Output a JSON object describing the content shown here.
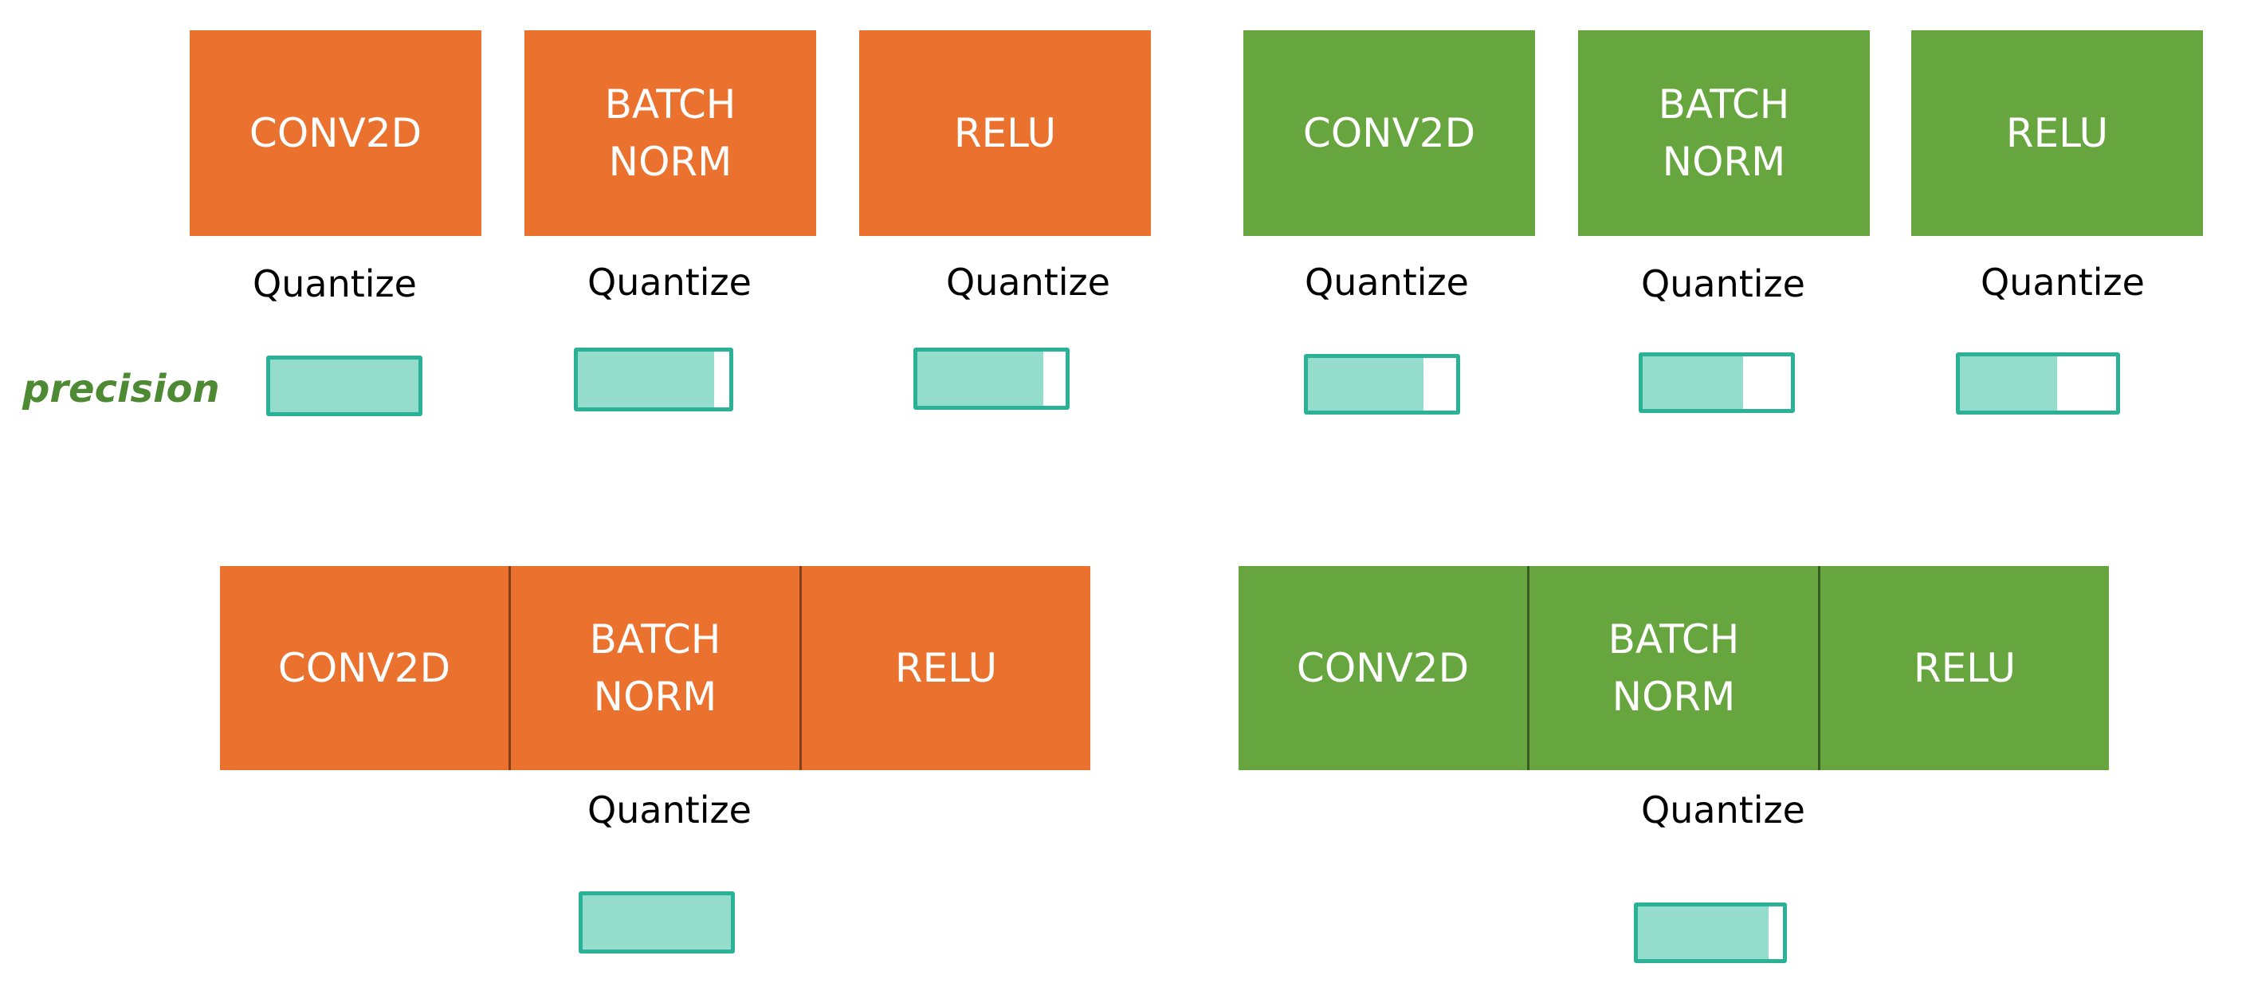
{
  "colors": {
    "orange": "#ea712e",
    "green": "#67a63f",
    "bar_border": "#2ab196",
    "bar_fill": "#94dccc",
    "precision_text": "#4e8a34"
  },
  "precision_label": "precision",
  "top_row": {
    "layers": [
      {
        "label": "CONV2D",
        "color": "orange",
        "quantize": "Quantize",
        "precision_fill": 1.0
      },
      {
        "label": "BATCH\nNORM",
        "color": "orange",
        "quantize": "Quantize",
        "precision_fill": 0.9
      },
      {
        "label": "RELU",
        "color": "orange",
        "quantize": "Quantize",
        "precision_fill": 0.85
      },
      {
        "label": "CONV2D",
        "color": "green",
        "quantize": "Quantize",
        "precision_fill": 0.78
      },
      {
        "label": "BATCH\nNORM",
        "color": "green",
        "quantize": "Quantize",
        "precision_fill": 0.68
      },
      {
        "label": "RELU",
        "color": "green",
        "quantize": "Quantize",
        "precision_fill": 0.62
      }
    ]
  },
  "bottom_row": {
    "groups": [
      {
        "color": "orange",
        "layers": [
          "CONV2D",
          "BATCH\nNORM",
          "RELU"
        ],
        "quantize": "Quantize",
        "precision_fill": 1.0
      },
      {
        "color": "green",
        "layers": [
          "CONV2D",
          "BATCH\nNORM",
          "RELU"
        ],
        "quantize": "Quantize",
        "precision_fill": 0.9
      }
    ]
  }
}
